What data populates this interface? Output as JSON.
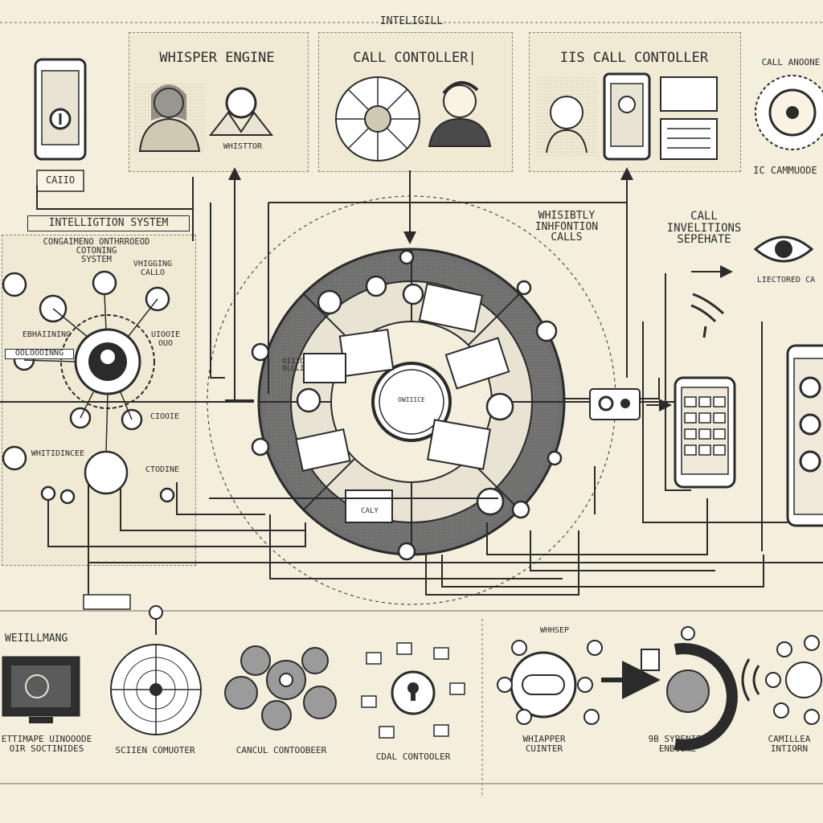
{
  "header": {
    "title": "INTELIGILL"
  },
  "top_panels": {
    "whisper_engine": {
      "title": "WHISPER ENGINE",
      "caption": "WHISTTOR"
    },
    "call_controller": {
      "title": "CALL CONTOLLER|"
    },
    "is_call_controller": {
      "title": "IIS CALL CONTOLLER"
    },
    "call_anchor": {
      "title": "CALL ANOONE",
      "caption": "IC CAMMUODE"
    }
  },
  "left": {
    "phone_label": "CAIIO",
    "system_title": "INTELLIGTION SYSTEM",
    "system_subtitle": "CONGAIMENO ONTHRROEOD\nCOTONING\nSYSTEM",
    "whigging_calls": "VHIGGING\nCALLO",
    "labels": [
      "EBHAIINING",
      "OOLOOOINNG",
      "UIOOIE\nOUO",
      "CIOOIE",
      "WHITIDINCEE",
      "CTODINE"
    ]
  },
  "center": {
    "hub": "OWIIICE",
    "segments": [
      "OIIIO\nOLCLI",
      "CALY"
    ]
  },
  "right": {
    "whisper_info": "WHISIBTLY\nINHFONTION\nCALLS",
    "call_inventions": "CALL\nINVELITIONS\nSEPEHATE",
    "listened_calls": "LIECTORED CA"
  },
  "bottom": {
    "section_title": "WEIILLMANG",
    "items": [
      {
        "label": "ETTIMAPE UINOOODE\nOIR SOCTINIDES"
      },
      {
        "label": "SCIIEN COMUOTER"
      },
      {
        "label": "CANCUL CONTOOBEER"
      },
      {
        "label": "CDAL CONTOOLER"
      },
      {
        "label": "WHIAPPER\nCUINTER"
      },
      {
        "label": "9B SYPENIEN\nENBUONE"
      },
      {
        "label": "CAMILLEA\nINTIORN"
      }
    ],
    "whisper_top": "WHHSEP"
  },
  "colors": {
    "paper": "#f4efdc",
    "ink": "#2b2b2b",
    "ring": "#6f6f6f",
    "panel": "#ece6ce"
  }
}
